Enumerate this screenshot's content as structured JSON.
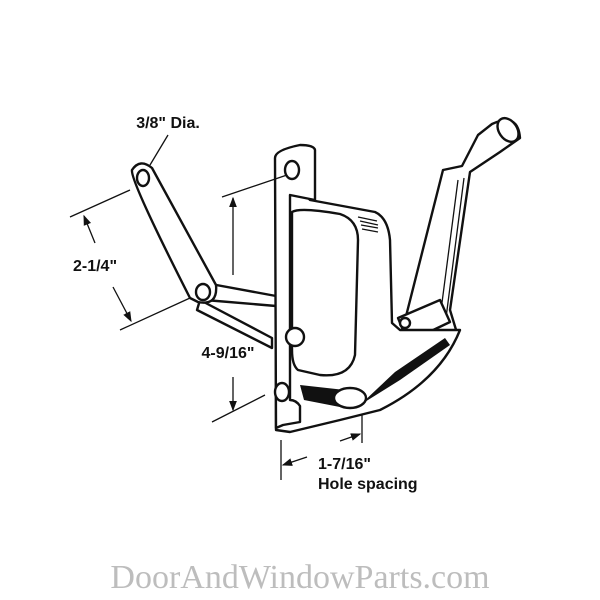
{
  "dimensions": {
    "hole_diameter": "3/8\" Dia.",
    "arm_length": "2-1/4\"",
    "mount_height": "4-9/16\"",
    "hole_spacing_value": "1-7/16\"",
    "hole_spacing_label": "Hole spacing"
  },
  "watermark": "DoorAndWindowParts.com"
}
